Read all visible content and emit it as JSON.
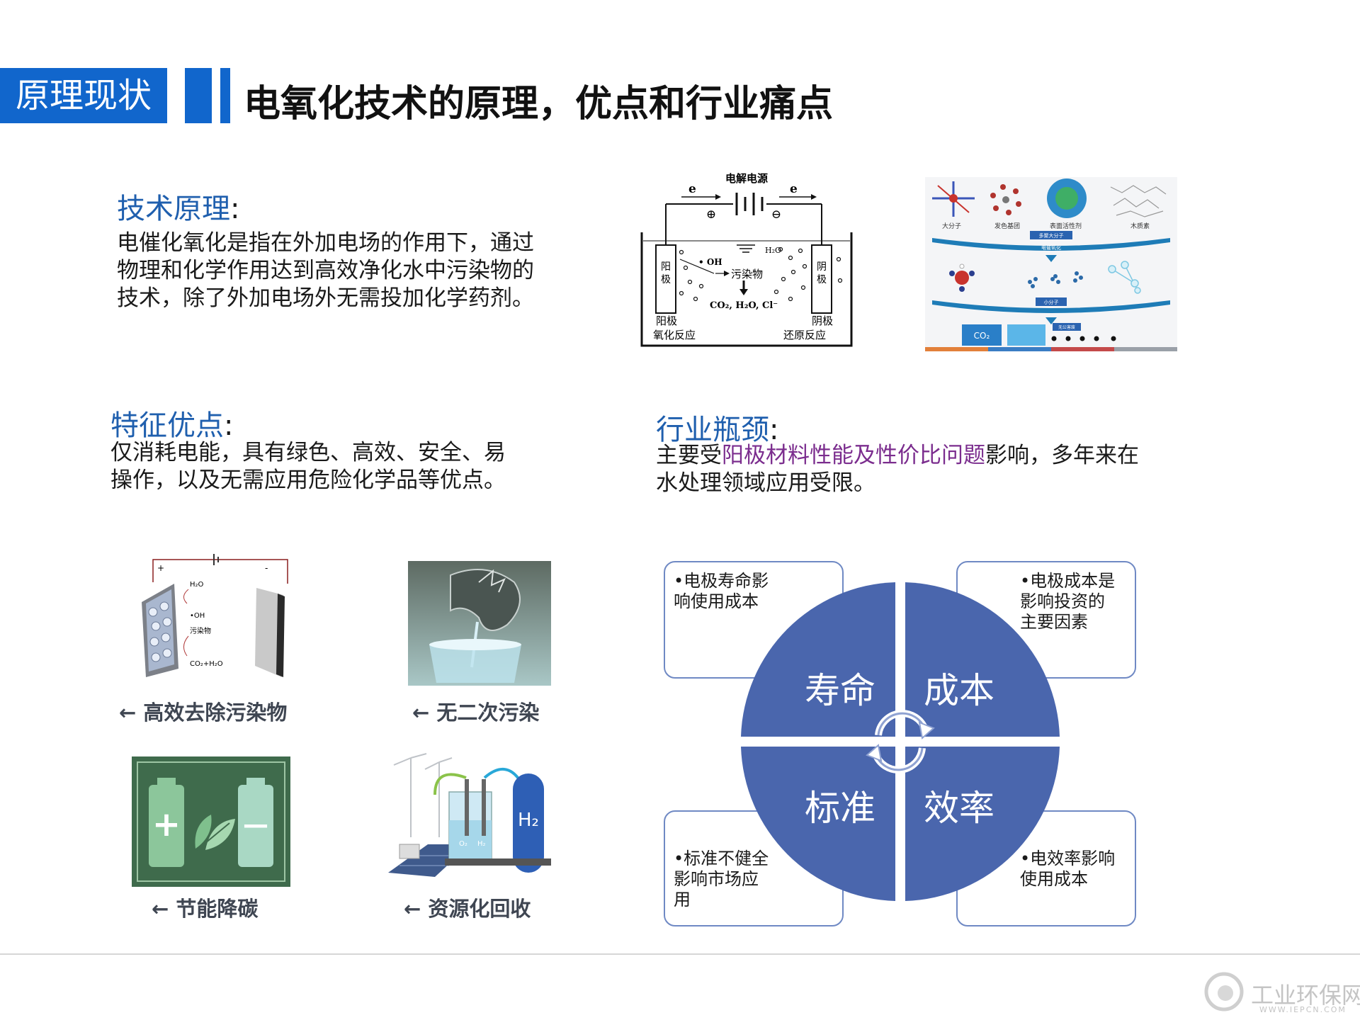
{
  "header": {
    "tag": "原理现状",
    "title": "电氧化技术的原理，优点和行业痛点"
  },
  "principle": {
    "title": "技术原理",
    "colon": ":",
    "lines": [
      "电催化氧化是指在外加电场的作用下，通过",
      "物理和化学作用达到高效净化水中污染物的",
      "技术，除了外加电场外无需投加化学药剂。"
    ]
  },
  "cell_diagram": {
    "power": "电解电源",
    "electron_left": "e",
    "electron_right": "e",
    "plus": "⊕",
    "minus": "⊖",
    "anode": "阳极",
    "cathode": "阴极",
    "oh": "• OH",
    "h2o": "H₂O",
    "pollutant": "污染物",
    "products": "CO₂, H₂O, Cl⁻",
    "anode_reaction_1": "阳极",
    "anode_reaction_2": "氧化反应",
    "cathode_reaction_1": "阴极",
    "cathode_reaction_2": "还原反应"
  },
  "molecule_diagram": {
    "labels": [
      "大分子",
      "发色基团",
      "表面活性剂",
      "木质素"
    ],
    "arrow1": "多聚大分子",
    "arrow1_sub": "电催氧化",
    "arrow2": "小分子",
    "final_label": "无公害废",
    "co2": "CO₂"
  },
  "features": {
    "title": "特征优点",
    "colon": ":",
    "lines": [
      "仅消耗电能，具有绿色、高效、安全、易",
      "操作，以及无需应用危险化学品等优点。"
    ]
  },
  "bottleneck": {
    "title": "行业瓶颈",
    "colon": ":",
    "line1_a": "主要受",
    "line1_highlight": "阳极材料性能及性价比问题",
    "line1_b": "影响，多年来在",
    "line2": "水处理领域应用受限。"
  },
  "feature_cards": [
    {
      "caption": "← 高效去除污染物",
      "h2o": "H₂O",
      "oh": "•OH",
      "pollutant": "污染物",
      "products": "CO₂+H₂O",
      "plus": "+",
      "minus": "-"
    },
    {
      "caption": "← 无二次污染"
    },
    {
      "caption": "← 节能降碳",
      "plus": "+",
      "minus": "—"
    },
    {
      "caption": "← 资源化回收",
      "h2": "H₂",
      "o2": "O₂",
      "h2small": "H₂"
    }
  ],
  "quadrant": {
    "labels": [
      "寿命",
      "成本",
      "标准",
      "效率"
    ],
    "boxes": [
      [
        "•电极寿命影",
        "响使用成本"
      ],
      [
        "•电极成本是",
        "影响投资的",
        "主要因素"
      ],
      [
        "•标准不健全",
        "影响市场应",
        "用"
      ],
      [
        "•电效率影响",
        "使用成本"
      ]
    ],
    "colors": {
      "fill": "#4a66ad",
      "border": "#6f89c4"
    }
  },
  "watermark": {
    "text": "工业环保网",
    "sub": "WWW.IEPCN.COM"
  }
}
